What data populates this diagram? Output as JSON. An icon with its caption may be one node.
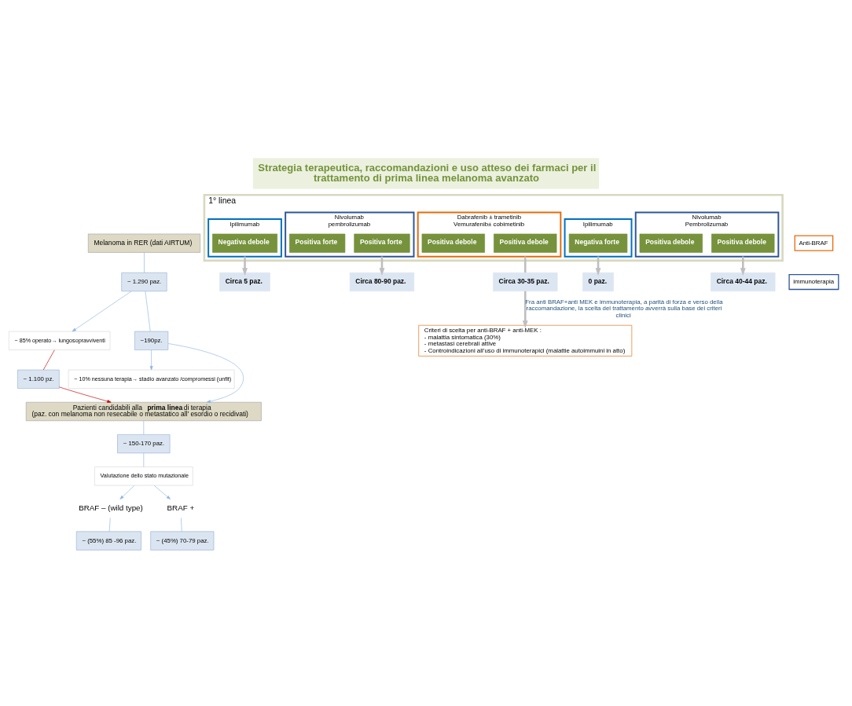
{
  "diagram": {
    "title": "Strategia terapeutica, raccomandazioni e uso atteso dei farmaci per il trattamento di prima linea melanoma avanzato",
    "nodes": [
      {
        "text": [
          "Melanoma in RER (dati AIRTUM)"
        ]
      },
      {
        "text": [
          "~ 1.290 paz."
        ]
      },
      {
        "text": [
          "~ 85% operato→ lungosopravviventi"
        ]
      },
      {
        "text": [
          "~190pz."
        ]
      },
      {
        "text": [
          "~ 1.100 pz."
        ]
      },
      {
        "text": [
          "~ 10% nessuna terapia→ stadio avanzato /compromessi (unfit)"
        ]
      },
      {
        "text": [
          "Pazienti candidabili alla **prima linea** di terapia",
          "(paz. con melanoma non resecabile o metastatico all’ esordio o recidivati)"
        ]
      },
      {
        "text": [
          "~ 150-170 paz."
        ]
      },
      {
        "text": [
          "Valutazione dello stato mutazionale"
        ]
      },
      {
        "text": [
          "BRAF – (wild type)"
        ]
      },
      {
        "text": [
          "~ (55%) 85 -96 paz."
        ]
      },
      {
        "text": [
          "BRAF +"
        ]
      },
      {
        "text": [
          "~ (45%) 70-79 paz."
        ]
      },
      {
        "text": [
          "1° linea"
        ]
      },
      {
        "text": [
          "Ipilimumab"
        ],
        "in": 13
      },
      {
        "text": [
          "Negativa debole"
        ],
        "in": 14
      },
      {
        "text": [
          "Nivolumab",
          "pembrolizumab"
        ],
        "in": 13
      },
      {
        "text": [
          "Positiva forte"
        ],
        "in": 16
      },
      {
        "text": [
          "Positiva forte"
        ],
        "in": 16
      },
      {
        "text": [
          "Dabrafenib ± trametinib",
          "Vemurafenib± cobimetinib"
        ],
        "in": 13
      },
      {
        "text": [
          "Positiva debole"
        ],
        "in": 19
      },
      {
        "text": [
          "Positiva debole"
        ],
        "in": 19
      },
      {
        "text": [
          "Ipilimumab"
        ],
        "in": 13
      },
      {
        "text": [
          "Negativa forte"
        ],
        "in": 22
      },
      {
        "text": [
          "Nivolumab",
          "Pembrolizumab"
        ],
        "in": 13
      },
      {
        "text": [
          "Positiva debole"
        ],
        "in": 24
      },
      {
        "text": [
          "Positiva debole"
        ],
        "in": 24
      },
      {
        "text": [
          "Circa 5 paz."
        ]
      },
      {
        "text": [
          "Circa 80-90 paz."
        ]
      },
      {
        "text": [
          "Circa 30-35 paz."
        ]
      },
      {
        "text": [
          "0 paz."
        ]
      },
      {
        "text": [
          "Circa 40-44 paz."
        ]
      },
      {
        "text": [
          "Criteri di scelta per anti-BRAF + anti-MEK :",
          "- malattia sintomatica (30%)",
          "- metastasi cerebrali attive",
          "- Controindicazioni all’uso di immunoterapici (malattie autoimmuini in atto)"
        ]
      }
    ],
    "edges": [
      {
        "from": 0,
        "to": 1,
        "arrow": "none"
      },
      {
        "from": 1,
        "to": 2,
        "arrow": "to"
      },
      {
        "from": 1,
        "to": 3,
        "arrow": "none"
      },
      {
        "from": 3,
        "to": 5,
        "arrow": "to"
      },
      {
        "from": 3,
        "to": 6,
        "arrow": "to"
      },
      {
        "from": 2,
        "to": 4,
        "arrow": "none",
        "color": "#c00000"
      },
      {
        "from": 4,
        "to": 6,
        "arrow": "to",
        "color": "#c00000"
      },
      {
        "from": 6,
        "to": 7,
        "arrow": "none"
      },
      {
        "from": 7,
        "to": 8,
        "arrow": "none"
      },
      {
        "from": 8,
        "to": 9,
        "arrow": "to"
      },
      {
        "from": 8,
        "to": 11,
        "arrow": "to"
      },
      {
        "from": 9,
        "to": 10,
        "arrow": "none"
      },
      {
        "from": 11,
        "to": 12,
        "arrow": "none"
      },
      {
        "from": 14,
        "to": 27,
        "arrow": "to",
        "style": "thick",
        "color": "#bfbfbf"
      },
      {
        "from": 16,
        "to": 28,
        "arrow": "to",
        "style": "thick",
        "color": "#bfbfbf"
      },
      {
        "from": 19,
        "to": 29,
        "arrow": "none",
        "style": "thick",
        "color": "#bfbfbf"
      },
      {
        "from": 22,
        "to": 30,
        "arrow": "to",
        "style": "thick",
        "color": "#bfbfbf"
      },
      {
        "from": 24,
        "to": 31,
        "arrow": "to",
        "style": "thick",
        "color": "#bfbfbf"
      },
      {
        "from": 29,
        "to": 32,
        "arrow": "to",
        "style": "thick",
        "color": "#bfbfbf",
        "label": "Fra anti BRAF+anti MEK e immunoterapia, a parità di forza e verso della raccomandazione, la scelta del trattamento avverrà sulla base dei criteri clinici"
      }
    ],
    "legend": [
      {
        "text": "Anti-BRAF"
      },
      {
        "text": "immunoterapia"
      }
    ]
  }
}
